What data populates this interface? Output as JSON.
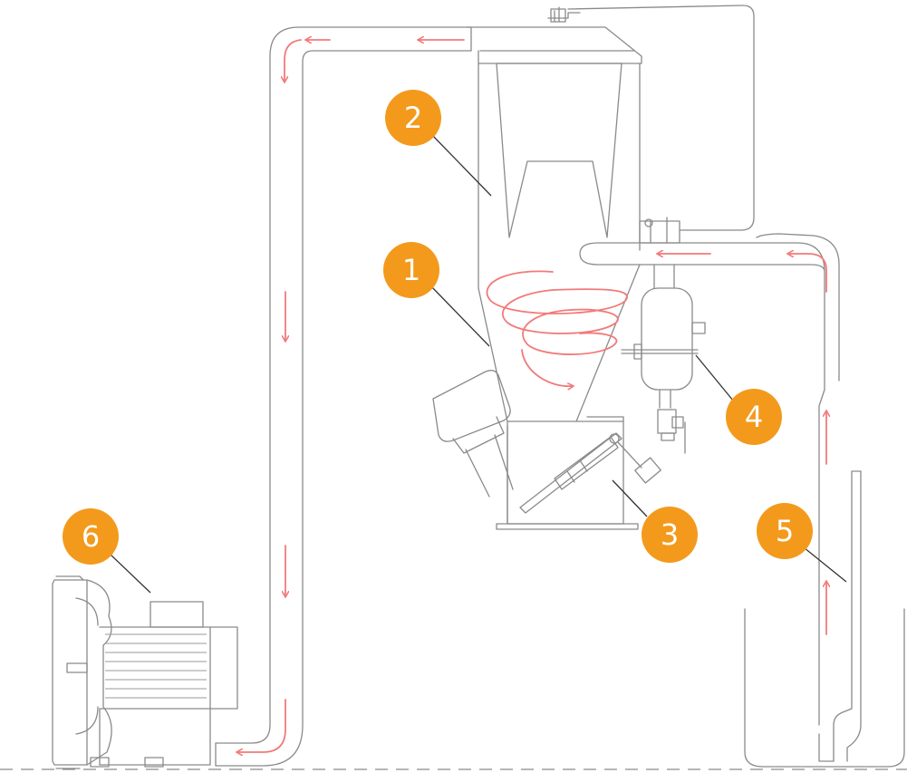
{
  "colors": {
    "accent": "#f39a1c",
    "flow_arrow": "#f27a7a",
    "line": "#8a8a8a"
  },
  "callouts": [
    {
      "id": "1",
      "label": "1"
    },
    {
      "id": "2",
      "label": "2"
    },
    {
      "id": "3",
      "label": "3"
    },
    {
      "id": "4",
      "label": "4"
    },
    {
      "id": "5",
      "label": "5"
    },
    {
      "id": "6",
      "label": "6"
    }
  ]
}
